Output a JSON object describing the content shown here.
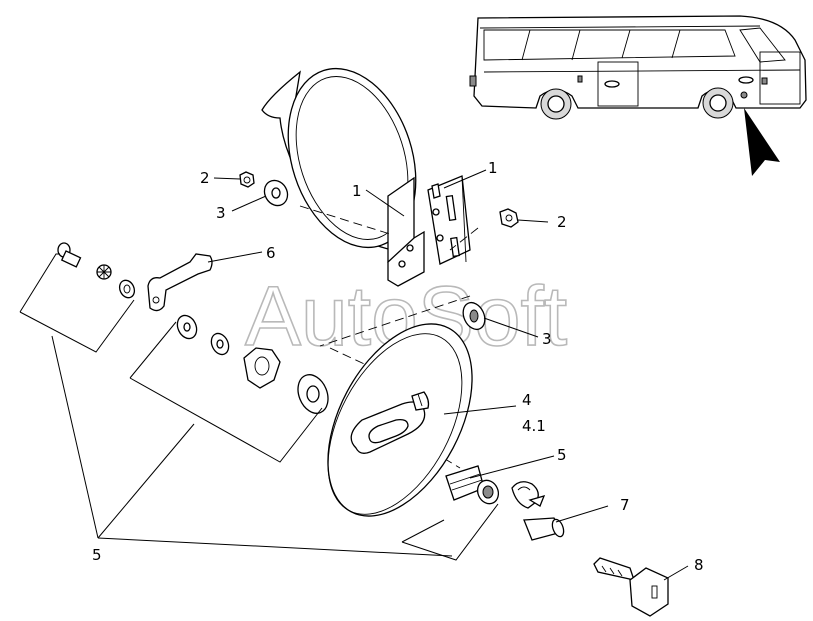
{
  "watermark": "AutoSoft",
  "callouts": [
    {
      "id": "c-1a",
      "text": "1"
    },
    {
      "id": "c-1b",
      "text": "1"
    },
    {
      "id": "c-2a",
      "text": "2"
    },
    {
      "id": "c-2b",
      "text": "2"
    },
    {
      "id": "c-3a",
      "text": "3"
    },
    {
      "id": "c-3b",
      "text": "3"
    },
    {
      "id": "c-4",
      "text": "4"
    },
    {
      "id": "c-41",
      "text": "4.1"
    },
    {
      "id": "c-5a",
      "text": "5"
    },
    {
      "id": "c-5b",
      "text": "5"
    },
    {
      "id": "c-6",
      "text": "6"
    },
    {
      "id": "c-7",
      "text": "7"
    },
    {
      "id": "c-8",
      "text": "8"
    }
  ]
}
